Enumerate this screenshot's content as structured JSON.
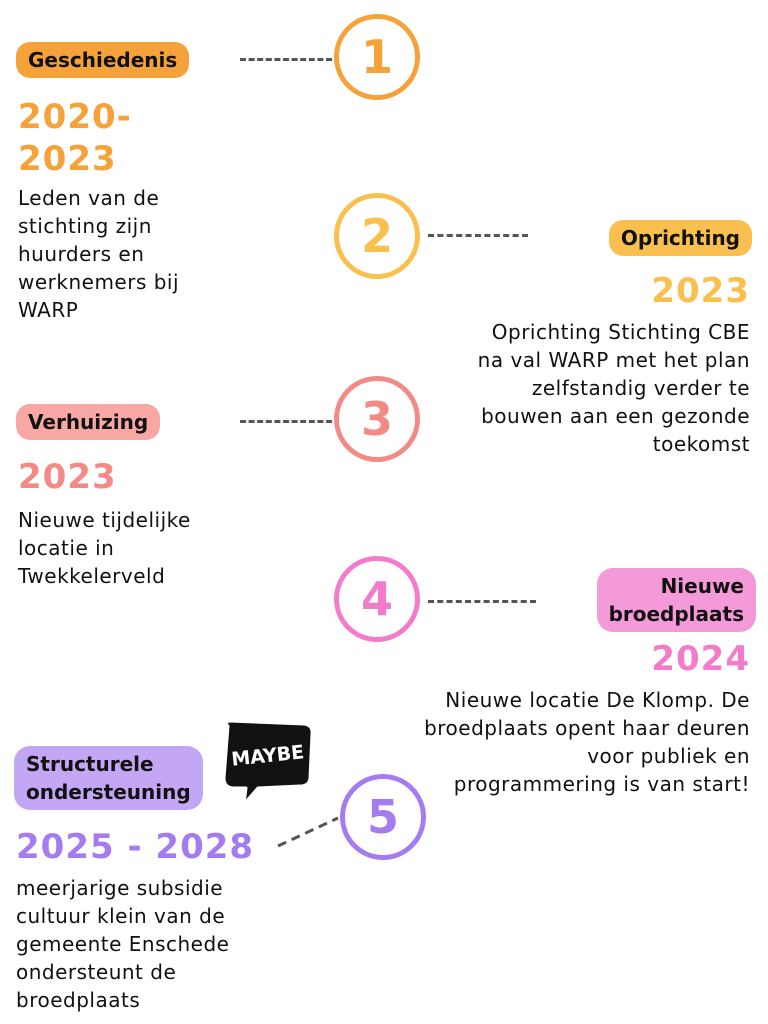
{
  "items": [
    {
      "number": "1",
      "tag": "Geschiedenis",
      "year_line1": "2020-",
      "year_line2": "2023",
      "description": "Leden van de stichting zijn huurders en werknemers bij WARP",
      "color": "#F6A23A",
      "tag_color": "#F6A23A"
    },
    {
      "number": "2",
      "tag": "Oprichting",
      "year": "2023",
      "description": "Oprichting Stichting CBE na val WARP met het plan zelfstandig verder te bouwen aan een gezonde toekomst",
      "color": "#F9C04F",
      "tag_color": "#F9C04F"
    },
    {
      "number": "3",
      "tag": "Verhuizing",
      "year": "2023",
      "description": "Nieuwe tijdelijke locatie in Twekkelerveld",
      "color": "#F48A85",
      "tag_color": "#F7A8A4"
    },
    {
      "number": "4",
      "tag_line1": "Nieuwe",
      "tag_line2": "broedplaats",
      "year": "2024",
      "description": "Nieuwe locatie De Klomp. De broedplaats opent haar deuren voor publiek en programmering is van start!",
      "color": "#F27BCB",
      "tag_color": "#F49AD8"
    },
    {
      "number": "5",
      "tag_line1": "Structurele",
      "tag_line2": "ondersteuning",
      "year": "2025 - 2028",
      "description": "meerjarige subsidie cultuur klein  van de gemeente Enschede ondersteunt de broedplaats",
      "color": "#A57CF0",
      "tag_color": "#C3A6F4"
    }
  ],
  "sticker": {
    "text": "MAYBE",
    "icon": "speech-bubble-icon"
  }
}
